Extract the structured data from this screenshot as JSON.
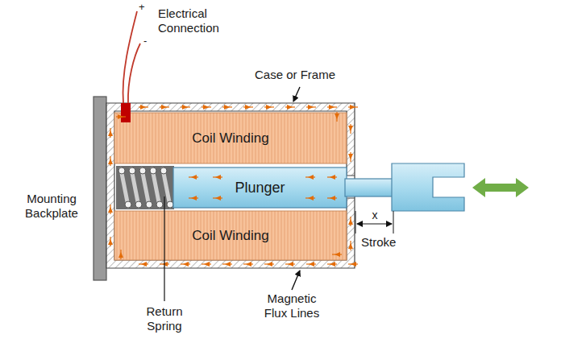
{
  "diagram": {
    "nodes": [
      {
        "text": [
          "Coil Winding"
        ]
      },
      {
        "text": [
          "Plunger"
        ]
      },
      {
        "text": [
          "Coil Winding"
        ]
      }
    ],
    "labels": [
      "+",
      "-",
      "Electrical Connection",
      "Case or Frame",
      "Mounting Backplate",
      "Return Spring",
      "Magnetic Flux Lines",
      "x",
      "Stroke"
    ]
  }
}
